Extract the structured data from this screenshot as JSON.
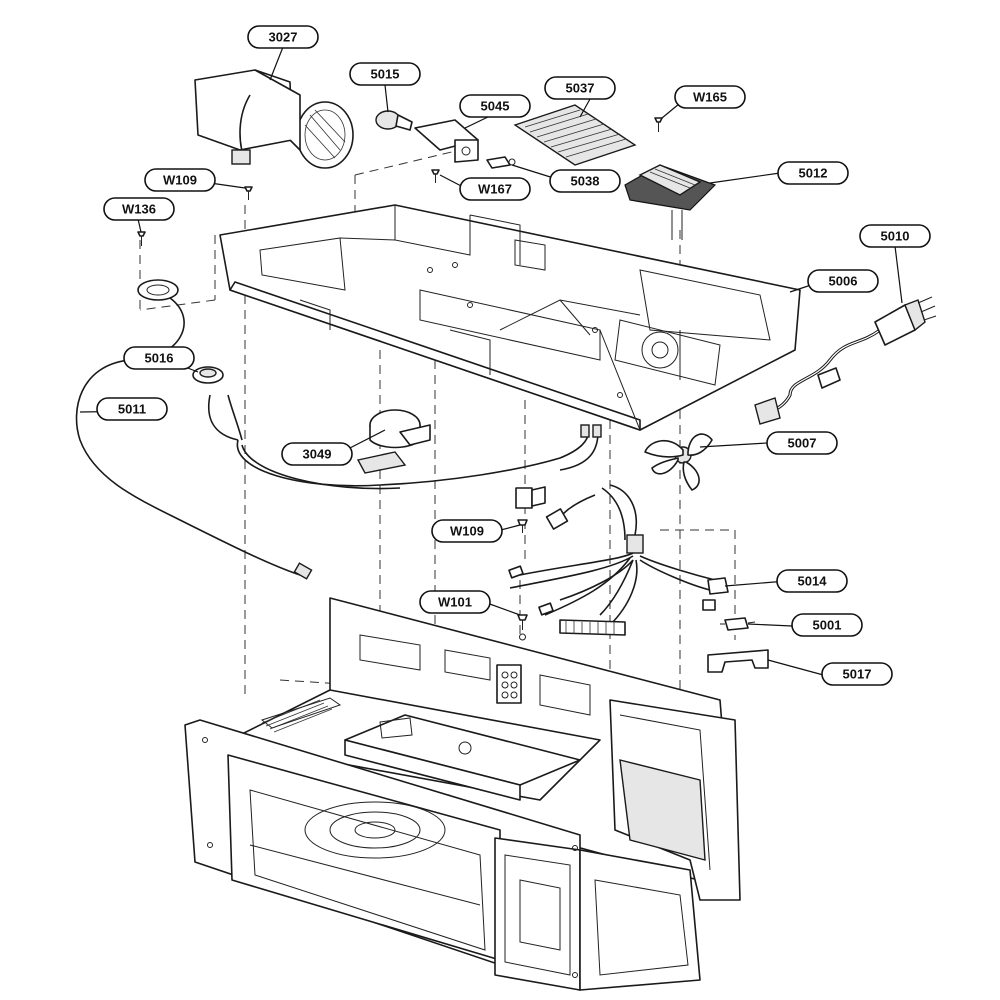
{
  "callouts": [
    {
      "id": "3027",
      "label": "3027"
    },
    {
      "id": "5015",
      "label": "5015"
    },
    {
      "id": "5045",
      "label": "5045"
    },
    {
      "id": "5037",
      "label": "5037"
    },
    {
      "id": "W165",
      "label": "W165"
    },
    {
      "id": "W109a",
      "label": "W109"
    },
    {
      "id": "W167",
      "label": "W167"
    },
    {
      "id": "5038",
      "label": "5038"
    },
    {
      "id": "5012",
      "label": "5012"
    },
    {
      "id": "W136",
      "label": "W136"
    },
    {
      "id": "5010",
      "label": "5010"
    },
    {
      "id": "5006",
      "label": "5006"
    },
    {
      "id": "5016",
      "label": "5016"
    },
    {
      "id": "5011",
      "label": "5011"
    },
    {
      "id": "3049",
      "label": "3049"
    },
    {
      "id": "5007",
      "label": "5007"
    },
    {
      "id": "W109b",
      "label": "W109"
    },
    {
      "id": "5014",
      "label": "5014"
    },
    {
      "id": "W101",
      "label": "W101"
    },
    {
      "id": "5001",
      "label": "5001"
    },
    {
      "id": "5017",
      "label": "5017"
    }
  ]
}
